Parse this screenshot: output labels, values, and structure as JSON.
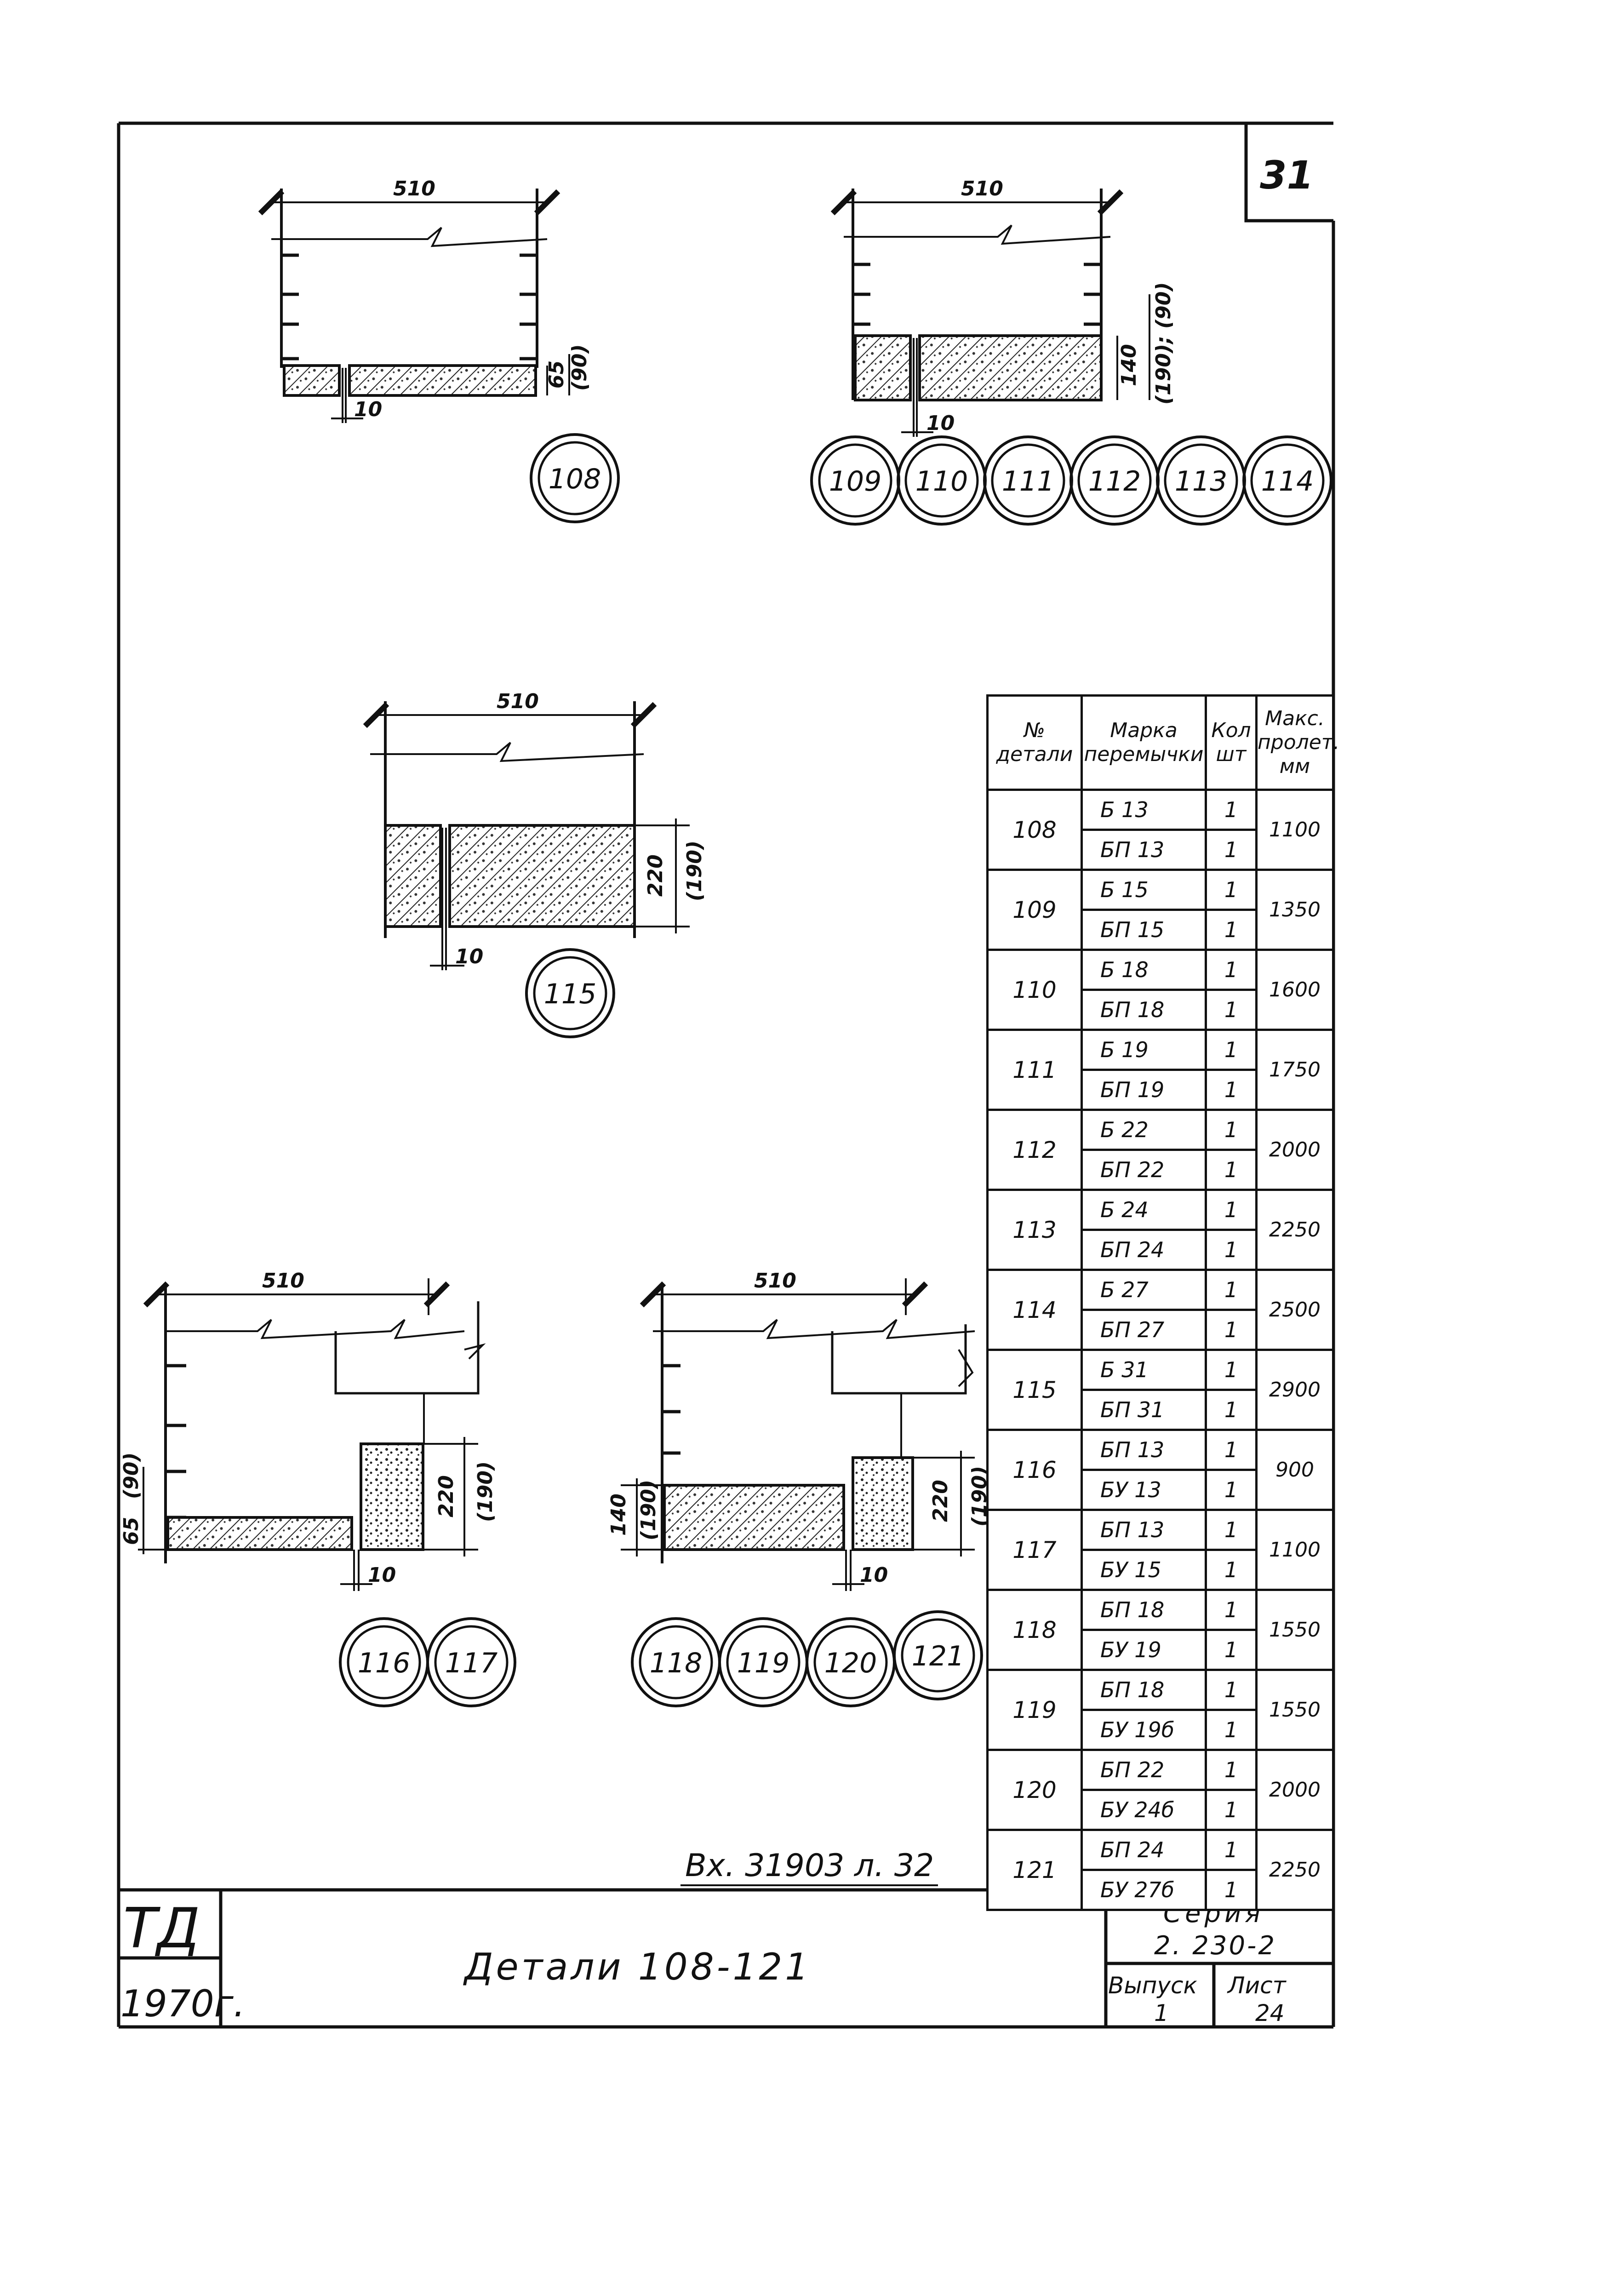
{
  "sheet": {
    "page_number": "31",
    "archive_note": "Вх. 31903 л. 32",
    "title_block": {
      "org": "ТД",
      "year": "1970г.",
      "title": "Детали 108-121",
      "series_label": "Серия",
      "series_value": "2. 230-2",
      "issue_label": "Выпуск",
      "issue_value": "1",
      "sheet_label": "Лист",
      "sheet_value": "24"
    }
  },
  "drawings": {
    "d108": {
      "width": "510",
      "height_a": "65",
      "height_b": "(90)",
      "gap": "10",
      "callouts": [
        "108"
      ]
    },
    "d109": {
      "width": "510",
      "height_a": "140",
      "height_b": "(190); (90)",
      "gap": "10",
      "callouts": [
        "109",
        "110",
        "111",
        "112",
        "113",
        "114"
      ]
    },
    "d115": {
      "width": "510",
      "height_a": "220",
      "height_b": "(190)",
      "gap": "10",
      "callouts": [
        "115"
      ]
    },
    "d116": {
      "width": "510",
      "height_a": "65",
      "height_b": "(90)",
      "height_c": "220",
      "height_d": "(190)",
      "gap": "10",
      "callouts": [
        "116",
        "117"
      ]
    },
    "d118": {
      "width": "510",
      "height_a": "140",
      "height_b": "(190)",
      "height_c": "220",
      "height_d": "(190)",
      "gap": "10",
      "callouts": [
        "118",
        "119",
        "120",
        "121"
      ]
    }
  },
  "table": {
    "headers": {
      "detail": "№ детали",
      "mark": "Марка перемычки",
      "qty": "Кол шт",
      "span": "Макс. пролет. мм"
    },
    "rows": [
      {
        "detail": "108",
        "marks": [
          {
            "mark": "Б 13",
            "qty": "1"
          },
          {
            "mark": "БП 13",
            "qty": "1"
          }
        ],
        "span": "1100"
      },
      {
        "detail": "109",
        "marks": [
          {
            "mark": "Б 15",
            "qty": "1"
          },
          {
            "mark": "БП 15",
            "qty": "1"
          }
        ],
        "span": "1350"
      },
      {
        "detail": "110",
        "marks": [
          {
            "mark": "Б 18",
            "qty": "1"
          },
          {
            "mark": "БП 18",
            "qty": "1"
          }
        ],
        "span": "1600"
      },
      {
        "detail": "111",
        "marks": [
          {
            "mark": "Б 19",
            "qty": "1"
          },
          {
            "mark": "БП 19",
            "qty": "1"
          }
        ],
        "span": "1750"
      },
      {
        "detail": "112",
        "marks": [
          {
            "mark": "Б 22",
            "qty": "1"
          },
          {
            "mark": "БП 22",
            "qty": "1"
          }
        ],
        "span": "2000"
      },
      {
        "detail": "113",
        "marks": [
          {
            "mark": "Б 24",
            "qty": "1"
          },
          {
            "mark": "БП 24",
            "qty": "1"
          }
        ],
        "span": "2250"
      },
      {
        "detail": "114",
        "marks": [
          {
            "mark": "Б 27",
            "qty": "1"
          },
          {
            "mark": "БП 27",
            "qty": "1"
          }
        ],
        "span": "2500"
      },
      {
        "detail": "115",
        "marks": [
          {
            "mark": "Б 31",
            "qty": "1"
          },
          {
            "mark": "БП 31",
            "qty": "1"
          }
        ],
        "span": "2900"
      },
      {
        "detail": "116",
        "marks": [
          {
            "mark": "БП 13",
            "qty": "1"
          },
          {
            "mark": "БУ 13",
            "qty": "1"
          }
        ],
        "span": "900"
      },
      {
        "detail": "117",
        "marks": [
          {
            "mark": "БП 13",
            "qty": "1"
          },
          {
            "mark": "БУ 15",
            "qty": "1"
          }
        ],
        "span": "1100"
      },
      {
        "detail": "118",
        "marks": [
          {
            "mark": "БП 18",
            "qty": "1"
          },
          {
            "mark": "БУ 19",
            "qty": "1"
          }
        ],
        "span": "1550"
      },
      {
        "detail": "119",
        "marks": [
          {
            "mark": "БП 18",
            "qty": "1"
          },
          {
            "mark": "БУ 19б",
            "qty": "1"
          }
        ],
        "span": "1550"
      },
      {
        "detail": "120",
        "marks": [
          {
            "mark": "БП 22",
            "qty": "1"
          },
          {
            "mark": "БУ 24б",
            "qty": "1"
          }
        ],
        "span": "2000"
      },
      {
        "detail": "121",
        "marks": [
          {
            "mark": "БП 24",
            "qty": "1"
          },
          {
            "mark": "БУ 27б",
            "qty": "1"
          }
        ],
        "span": "2250"
      }
    ]
  }
}
